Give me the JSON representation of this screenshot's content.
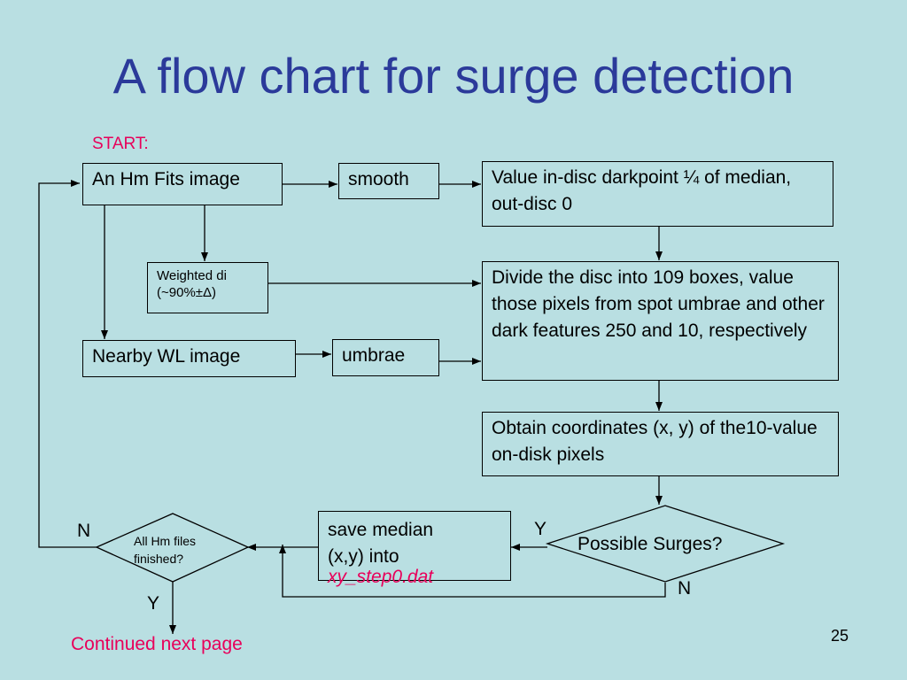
{
  "title": "A flow chart for surge detection",
  "start_label": "START:",
  "nodes": {
    "hm_image": "An Hm Fits image",
    "smooth": "smooth",
    "value_darkpoint": "Value in-disc darkpoint ¼ of median, out-disc 0",
    "weighted_line1": "Weighted di",
    "weighted_line2": "(~90%±Δ)",
    "divide_disc": "Divide the disc into 109 boxes, value those pixels from spot umbrae and other dark features 250 and 10, respectively",
    "nearby_wl": "Nearby WL image",
    "umbrae": "umbrae",
    "obtain_coords": "Obtain coordinates (x, y) of the10-value on-disk pixels",
    "possible_surges": "Possible Surges?",
    "save_median": "save median (x,y) into",
    "save_file": "xy_step0.dat",
    "all_finished_line1": "All Hm files",
    "all_finished_line2": "finished?"
  },
  "branch_labels": {
    "surges_yes": "Y",
    "surges_no": "N",
    "finished_no": "N",
    "finished_yes": "Y"
  },
  "continued": "Continued next page",
  "page_number": "25",
  "colors": {
    "title": "#2b3a9a",
    "accent": "#e8005a",
    "background": "#b9dfe2"
  }
}
